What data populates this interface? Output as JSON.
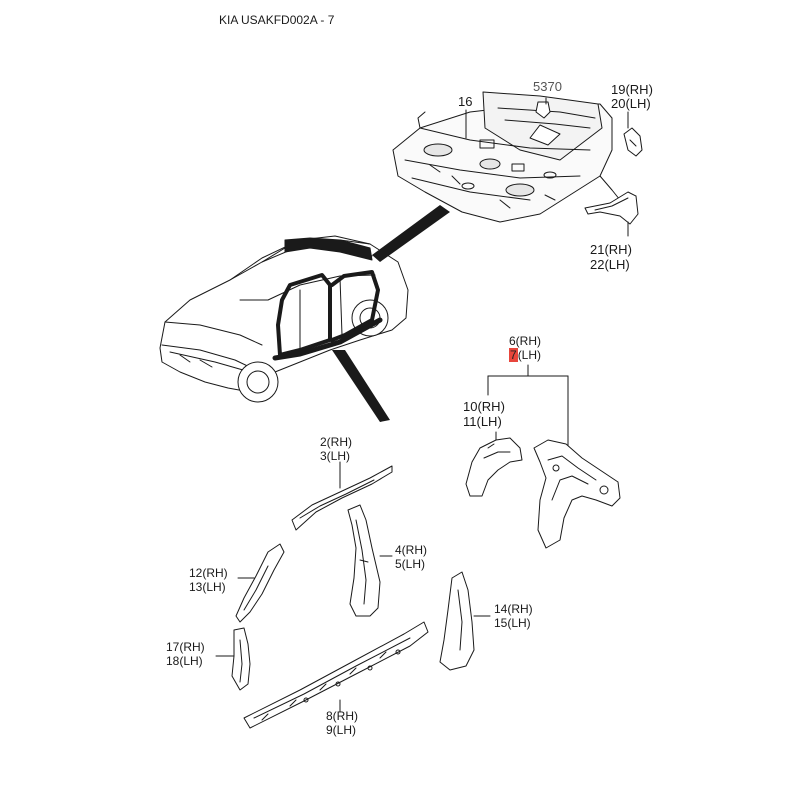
{
  "header": "KIA USAKFD002A - 7",
  "labels": {
    "l16": "16",
    "l5370": "5370",
    "l19": "19(RH)",
    "l20": "20(LH)",
    "l21": "21(RH)",
    "l22": "22(LH)",
    "l6": "6(RH)",
    "l7num": "7",
    "l7side": "(LH)",
    "l10": "10(RH)",
    "l11": "11(LH)",
    "l2": "2(RH)",
    "l3": "3(LH)",
    "l4": "4(RH)",
    "l5": "5(LH)",
    "l12": "12(RH)",
    "l13": "13(LH)",
    "l14": "14(RH)",
    "l15": "15(LH)",
    "l17": "17(RH)",
    "l18": "18(LH)",
    "l8": "8(RH)",
    "l9": "9(LH)"
  },
  "colors": {
    "ink": "#1a1a1a",
    "highlight": "#e8463c"
  }
}
